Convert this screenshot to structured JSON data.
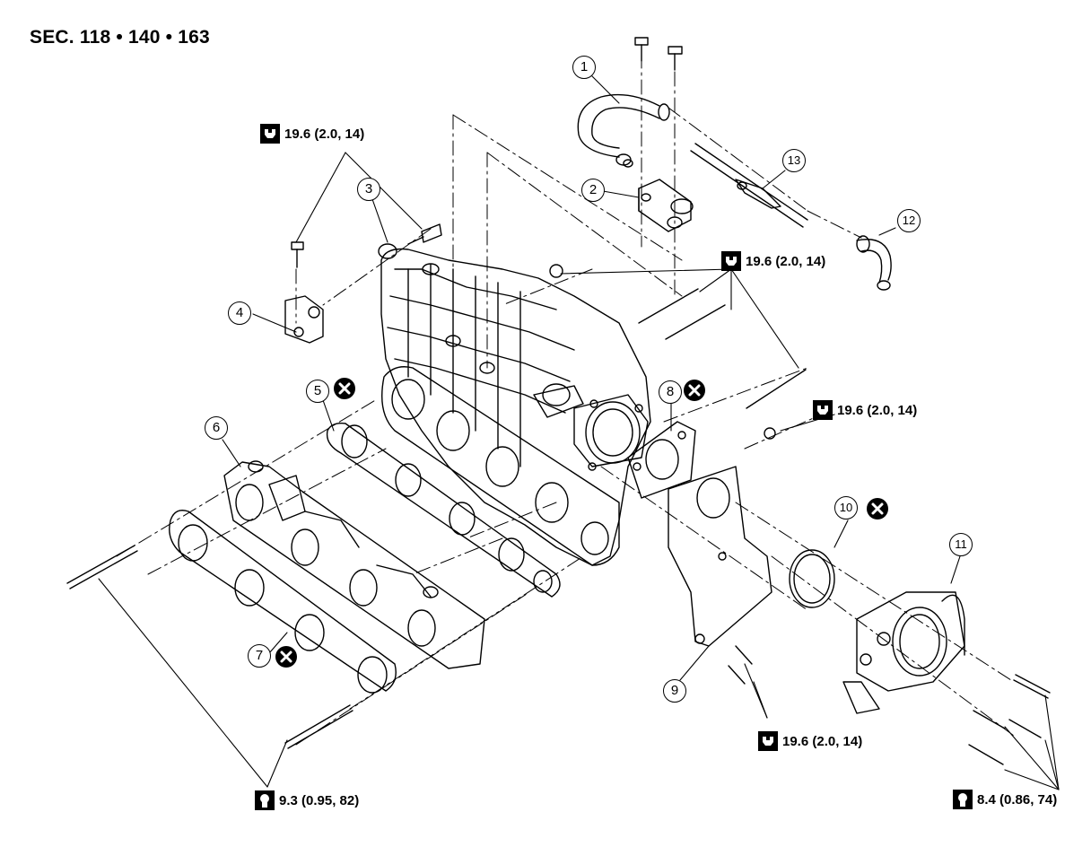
{
  "section_title": "SEC. 118 • 140 • 163",
  "callouts": [
    "1",
    "2",
    "3",
    "4",
    "5",
    "6",
    "7",
    "8",
    "9",
    "10",
    "11",
    "12",
    "13"
  ],
  "torque_specs": {
    "t1": "19.6 (2.0, 14)",
    "t2": "19.6 (2.0, 14)",
    "t3": "19.6 (2.0, 14)",
    "t4": "19.6 (2.0, 14)",
    "t5": "9.3 (0.95, 82)",
    "t6": "8.4 (0.86, 74)"
  },
  "icons": {
    "torque": "wrench-torque-icon",
    "non_reusable": "x-circle-icon"
  },
  "colors": {
    "line": "#000000",
    "background": "#ffffff"
  }
}
